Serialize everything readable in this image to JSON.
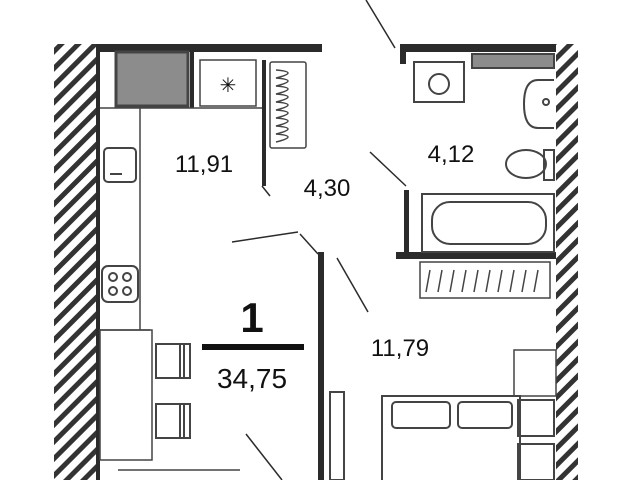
{
  "plan": {
    "rooms_count": "1",
    "total_area": "34,75",
    "areas": {
      "kitchen": "11,91",
      "hall": "4,30",
      "bathroom": "4,12",
      "living": "11,79"
    }
  },
  "colors": {
    "wall": "#2b2b2b",
    "hatch": "#333333",
    "fixture_fill": "#8c8c8c",
    "fixture_line": "#444444",
    "background": "#ffffff"
  }
}
